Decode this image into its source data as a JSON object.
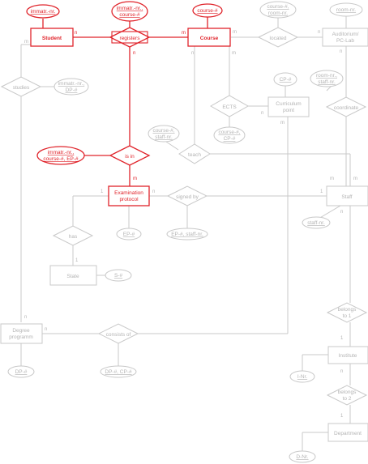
{
  "colors": {
    "highlight": "#e0242b",
    "muted": "#c8c8c8",
    "muted_text": "#b4b4b4"
  },
  "entities": {
    "student": "Student",
    "course": "Course",
    "auditorium_line1": "Auditorium/",
    "auditorium_line2": "PC-Lab",
    "curriculum_line1": "Curriculum",
    "curriculum_line2": "point",
    "exam_line1": "Examination",
    "exam_line2": "protocol",
    "staff": "Staff",
    "state": "State",
    "degree_line1": "Degree",
    "degree_line2": "programm",
    "institute": "Institute",
    "department": "Department"
  },
  "relationships": {
    "registers": "registers",
    "located": "located",
    "studies": "studies",
    "ects": "ECTS",
    "coordinate": "coordinate",
    "is_in": "is in",
    "teach": "teach",
    "signed_by": "signed by",
    "has": "has",
    "consists_of": "consists of",
    "belongs_to_1_line1": "belongs",
    "belongs_to_1_line2": "to 1",
    "belongs_to_2_line1": "belongs",
    "belongs_to_2_line2": "to 2"
  },
  "attributes": {
    "student_key": "immatr.-nr.",
    "registers_line1": "immatr.-nr.,",
    "registers_line2": "course-#",
    "course_key": "course-#",
    "located_line1": "course-#,",
    "located_line2": "room-nr.",
    "room_key": "room-nr.",
    "studies_line1": "immatr.-nr.,",
    "studies_line2": "DP-#",
    "cp_key": "CP-#",
    "coord_line1": "room-nr.,",
    "coord_line2": "staff-nr.",
    "ects_line1": "course-#,",
    "ects_line2": "CP-#",
    "teach_line1": "course-#,",
    "teach_line2": "staff-nr.",
    "isin_line1": "immatr.-nr.,",
    "isin_line2": "course-#, EP-#",
    "ep_key": "EP-#",
    "signed_attr": "EP-#, staff-nr.",
    "staff_key": "staff-nr.",
    "state_key": "S-#",
    "dp_key": "DP-#",
    "consists_attr": "DP-#, CP-#",
    "institute_key": "I-Nr.",
    "department_key": "D-Nr."
  },
  "cardinalities": {
    "student_registers": "n",
    "registers_course": "m",
    "registers_isin": "n",
    "course_located": "m",
    "located_room": "n",
    "course_teach": "n",
    "course_ects": "m",
    "student_studies": "m",
    "studies_degree": "n",
    "ects_curriculum": "n",
    "curriculum_consists": "m",
    "room_coordinate": "n",
    "coordinate_staff": "m",
    "teach_staff": "m",
    "isin_exam": "m",
    "exam_signed": "n",
    "signed_staff": "1",
    "exam_has": "1",
    "has_state": "1",
    "degree_consists": "n",
    "staff_belongs1": "n",
    "belongs1_institute": "1",
    "institute_belongs2": "n",
    "belongs2_department": "1"
  }
}
